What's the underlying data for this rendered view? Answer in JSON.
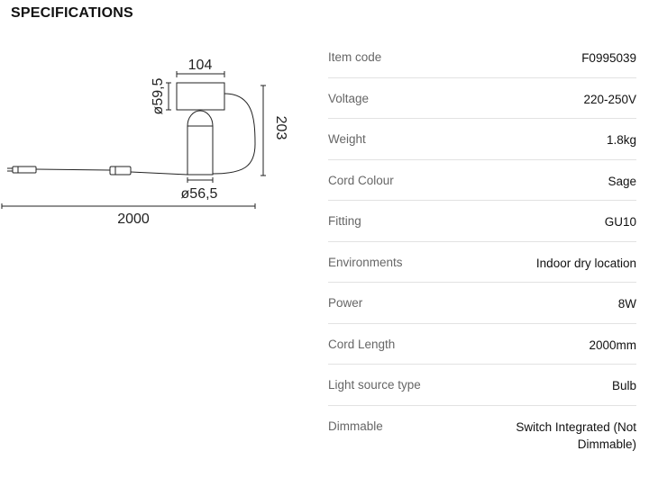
{
  "title": "SPECIFICATIONS",
  "drawing": {
    "dim_width": "104",
    "dim_shade_diameter": "ø59,5",
    "dim_height": "203",
    "dim_base_diameter": "ø56,5",
    "dim_cord_length": "2000"
  },
  "specs": [
    {
      "label": "Item code",
      "value": "F0995039"
    },
    {
      "label": "Voltage",
      "value": "220-250V"
    },
    {
      "label": "Weight",
      "value": "1.8kg"
    },
    {
      "label": "Cord Colour",
      "value": "Sage"
    },
    {
      "label": "Fitting",
      "value": "GU10"
    },
    {
      "label": "Environments",
      "value": "Indoor dry location"
    },
    {
      "label": "Power",
      "value": "8W"
    },
    {
      "label": "Cord Length",
      "value": "2000mm"
    },
    {
      "label": "Light source type",
      "value": "Bulb"
    },
    {
      "label": "Dimmable",
      "value": "Switch Integrated (Not Dimmable)"
    }
  ]
}
